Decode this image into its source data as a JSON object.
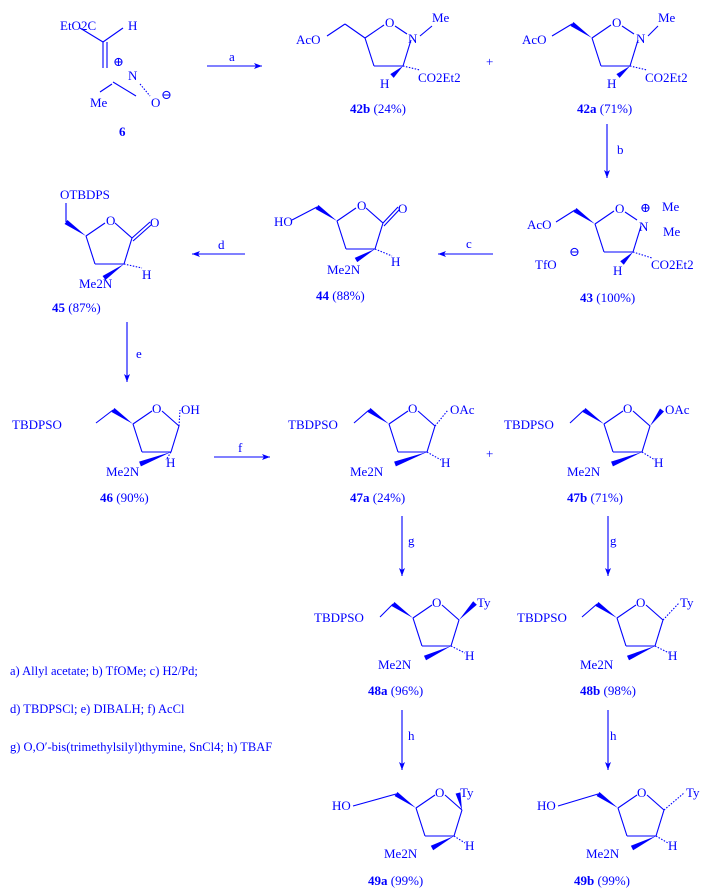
{
  "colors": {
    "ink": "#0000ff",
    "background": "#ffffff"
  },
  "compounds": {
    "c6": {
      "id": "6",
      "EtO2C": "EtO2C",
      "H": "H",
      "N": "N",
      "Me": "Me",
      "O": "O",
      "plus": "⊕",
      "minus": "⊖"
    },
    "c42b": {
      "id": "42b",
      "yield": "(24%)",
      "AcO": "AcO",
      "O": "O",
      "N": "N",
      "Me": "Me",
      "H": "H",
      "ester": "CO2Et2"
    },
    "c42a": {
      "id": "42a",
      "yield": "(71%)",
      "AcO": "AcO",
      "O": "O",
      "N": "N",
      "Me": "Me",
      "H": "H",
      "ester": "CO2Et2"
    },
    "c43": {
      "id": "43",
      "yield": "(100%)",
      "AcO": "AcO",
      "O": "O",
      "N": "N",
      "Me1": "Me",
      "Me2": "Me",
      "plus": "⊕",
      "TfO": "TfO",
      "minus": "⊖",
      "H": "H",
      "ester": "CO2Et2"
    },
    "c44": {
      "id": "44",
      "yield": "(88%)",
      "HO": "HO",
      "O": "O",
      "carbonyl": "O",
      "amine": "Me2N",
      "H": "H"
    },
    "c45": {
      "id": "45",
      "yield": "(87%)",
      "OTBDPS": "OTBDPS",
      "O": "O",
      "carbonyl": "O",
      "amine": "Me2N",
      "H": "H"
    },
    "c46": {
      "id": "46",
      "yield": "(90%)",
      "TBDPSO": "TBDPSO",
      "O": "O",
      "OH": "OH",
      "amine": "Me2N",
      "H": "H"
    },
    "c47a": {
      "id": "47a",
      "yield": "(24%)",
      "TBDPSO": "TBDPSO",
      "O": "O",
      "OAc": "OAc",
      "amine": "Me2N",
      "H": "H"
    },
    "c47b": {
      "id": "47b",
      "yield": "(71%)",
      "TBDPSO": "TBDPSO",
      "O": "O",
      "OAc": "OAc",
      "amine": "Me2N",
      "H": "H"
    },
    "c48a": {
      "id": "48a",
      "yield": "(96%)",
      "TBDPSO": "TBDPSO",
      "O": "O",
      "Ty": "Ty",
      "amine": "Me2N",
      "H": "H"
    },
    "c48b": {
      "id": "48b",
      "yield": "(98%)",
      "TBDPSO": "TBDPSO",
      "O": "O",
      "Ty": "Ty",
      "amine": "Me2N",
      "H": "H"
    },
    "c49a": {
      "id": "49a",
      "yield": "(99%)",
      "HO": "HO",
      "O": "O",
      "Ty": "Ty",
      "amine": "Me2N",
      "H": "H"
    },
    "c49b": {
      "id": "49b",
      "yield": "(99%)",
      "HO": "HO",
      "O": "O",
      "Ty": "Ty",
      "amine": "Me2N",
      "H": "H"
    }
  },
  "arrows": {
    "a": "a",
    "b": "b",
    "c": "c",
    "d": "d",
    "e": "e",
    "f": "f",
    "g": "g",
    "h": "h"
  },
  "plus_sign": "+",
  "conditions": {
    "line1": "a) Allyl acetate; b) TfOMe; c) H2/Pd;",
    "line2": "d) TBDPSCl; e) DIBALH; f) AcCl",
    "line3": "g) O,O′-bis(trimethylsilyl)thymine, SnCl4; h) TBAF"
  }
}
